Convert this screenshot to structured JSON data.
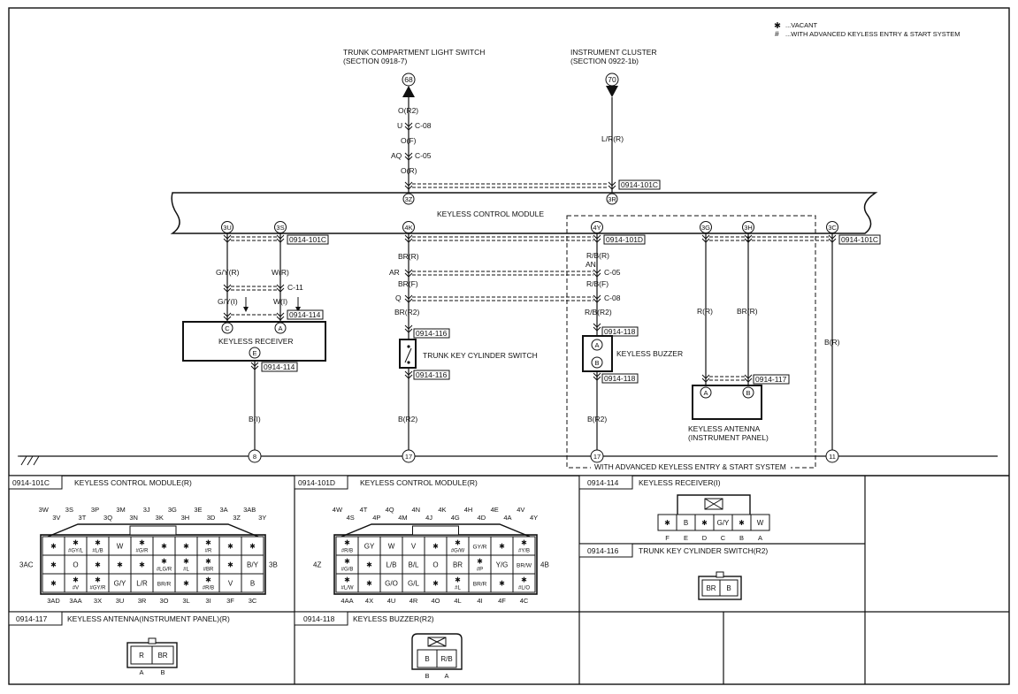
{
  "legend": {
    "vacant_symbol": "✱",
    "vacant_text": "...VACANT",
    "advanced_symbol": "#",
    "advanced_text": "...WITH ADVANCED KEYLESS ENTRY & START SYSTEM"
  },
  "module": {
    "title": "KEYLESS CONTROL MODULE"
  },
  "top_sources": [
    {
      "title": "TRUNK COMPARTMENT LIGHT SWITCH",
      "section": "(SECTION 0918-7)",
      "ref": "68"
    },
    {
      "title": "INSTRUMENT CLUSTER",
      "section": "(SECTION 0922-1b)",
      "ref": "70"
    }
  ],
  "wires_top": {
    "trunk": {
      "w1": "O(R2)",
      "c1_pin": "U",
      "c1": "C-08",
      "w2": "O(F)",
      "c2_pin": "AQ",
      "c2": "C-05",
      "w3": "O(R)",
      "term": "3Z"
    },
    "cluster": {
      "w1": "L/R(R)",
      "term": "3R",
      "conn": "0914-101C"
    }
  },
  "terminals": {
    "t3U": "3U",
    "t3S": "3S",
    "t4K": "4K",
    "t4Y": "4Y",
    "t3G": "3G",
    "t3H": "3H",
    "t3C": "3C"
  },
  "conn_labels": {
    "c101c_left": "0914-101C",
    "c101d": "0914-101D",
    "c101c_right": "0914-101C",
    "c114_top": "0914-114",
    "c114_bot": "0914-114",
    "c116_top": "0914-116",
    "c116_bot": "0914-116",
    "c118_top": "0914-118",
    "c118_bot": "0914-118",
    "c117": "0914-117"
  },
  "receiver_branch": {
    "w_gy_r": "G/Y(R)",
    "w_w_r": "W(R)",
    "c11": "C-11",
    "w_gy_i": "G/Y(I)",
    "w_w_i": "W(I)",
    "pin_c": "C",
    "pin_a": "A",
    "pin_e": "E",
    "name": "KEYLESS RECEIVER",
    "w_gnd": "B(I)",
    "gnd": "8"
  },
  "trunk_switch_branch": {
    "w1": "BR(R)",
    "pin1": "AR",
    "w2": "BR(F)",
    "pin2": "Q",
    "w3": "BR(R2)",
    "name": "TRUNK KEY CYLINDER SWITCH",
    "w_gnd": "B(R2)",
    "gnd": "17"
  },
  "buzzer_branch": {
    "w1": "R/B(R)",
    "pin1": "AN",
    "c1": "C-05",
    "w2": "R/B(F)",
    "c2": "C-08",
    "w3": "R/B(R2)",
    "pin_a": "A",
    "pin_b": "B",
    "name": "KEYLESS BUZZER",
    "w_gnd": "B(R2)",
    "gnd": "17"
  },
  "antenna_branch": {
    "w1": "R(R)",
    "w2": "BR(R)",
    "pin_a": "A",
    "pin_b": "B",
    "name1": "KEYLESS ANTENNA",
    "name2": "(INSTRUMENT PANEL)"
  },
  "ground_3c": {
    "wire": "B(R)",
    "gnd": "11"
  },
  "advanced_box_label": "WITH ADVANCED KEYLESS ENTRY & START SYSTEM",
  "connectors": {
    "c101c": {
      "code": "0914-101C",
      "title": "KEYLESS CONTROL MODULE(R)",
      "top_labels": [
        "3W",
        "3V",
        "3S",
        "3T",
        "3P",
        "3Q",
        "3M",
        "3N",
        "3J",
        "3K",
        "3G",
        "3H",
        "3E",
        "3D",
        "3A",
        "3Z",
        "3AB",
        "3Y"
      ],
      "side_left": "3AC",
      "side_right": "3B",
      "bottom_labels": [
        "3AD",
        "3AA",
        "3X",
        "3U",
        "3R",
        "3O",
        "3L",
        "3I",
        "3F",
        "3C"
      ],
      "row1": [
        "✱",
        "✱ #GY/L",
        "✱ #L/B",
        "W",
        "✱ #G/R",
        "✱",
        "✱",
        "✱ #R",
        "✱",
        "✱"
      ],
      "row2": [
        "✱",
        "O",
        "✱",
        "✱",
        "✱",
        "✱ #LG/R",
        "✱ #L",
        "✱ #BR",
        "✱",
        "B/Y"
      ],
      "row3": [
        "✱",
        "✱ #V",
        "✱ #GY/R",
        "G/Y",
        "L/R",
        "BR/R",
        "✱",
        "✱ #R/B",
        "V",
        "B"
      ]
    },
    "c101d": {
      "code": "0914-101D",
      "title": "KEYLESS CONTROL MODULE(R)",
      "top_labels": [
        "4W",
        "4S",
        "4T",
        "4P",
        "4Q",
        "4M",
        "4N",
        "4J",
        "4K",
        "4G",
        "4H",
        "4D",
        "4E",
        "4A",
        "4V",
        "4Y"
      ],
      "side_left": "4Z",
      "side_right": "4B",
      "bottom_labels": [
        "4AA",
        "4X",
        "4U",
        "4R",
        "4O",
        "4L",
        "4I",
        "4F",
        "4C"
      ],
      "row1": [
        "✱ #R/B",
        "GY",
        "W",
        "V",
        "✱",
        "✱ #G/W",
        "GY/R",
        "✱",
        "✱ #Y/B"
      ],
      "row2": [
        "✱ #G/B",
        "✱",
        "L/B",
        "B/L",
        "O",
        "BR",
        "✱ #P",
        "Y/G",
        "BR/W"
      ],
      "row3": [
        "✱ #L/W",
        "✱",
        "G/O",
        "G/L",
        "✱",
        "✱ #L",
        "BR/R",
        "✱",
        "✱ #L/O"
      ]
    },
    "c114": {
      "code": "0914-114",
      "title": "KEYLESS RECEIVER(I)",
      "cells": [
        "✱",
        "B",
        "✱",
        "G/Y",
        "✱",
        "W"
      ],
      "pins": [
        "F",
        "E",
        "D",
        "C",
        "B",
        "A"
      ]
    },
    "c116": {
      "code": "0914-116",
      "title": "TRUNK KEY CYLINDER SWITCH(R2)",
      "cells": [
        "BR",
        "B"
      ]
    },
    "c117": {
      "code": "0914-117",
      "title": "KEYLESS ANTENNA(INSTRUMENT PANEL)(R)",
      "cells": [
        "R",
        "BR"
      ],
      "pins": [
        "A",
        "B"
      ]
    },
    "c118": {
      "code": "0914-118",
      "title": "KEYLESS BUZZER(R2)",
      "cells": [
        "B",
        "R/B"
      ],
      "pins": [
        "B",
        "A"
      ]
    }
  }
}
